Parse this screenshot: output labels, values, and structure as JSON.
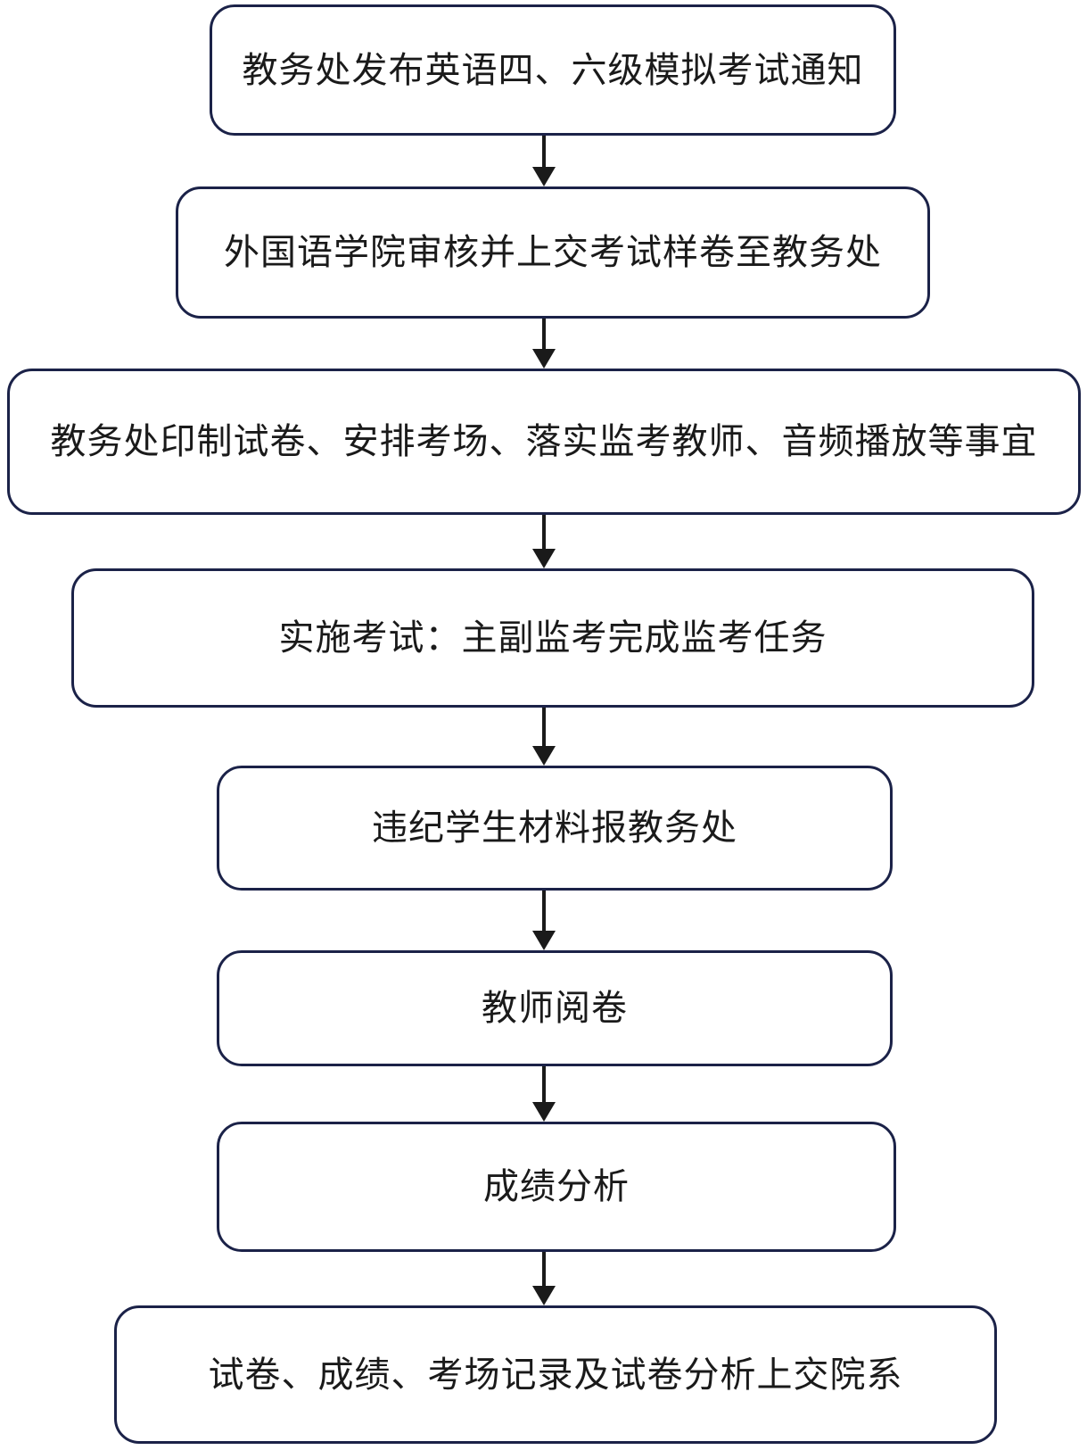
{
  "flowchart": {
    "type": "flowchart",
    "direction": "top-down",
    "background_color": "#ffffff",
    "node_border_color": "#1b2248",
    "node_fill_color": "#ffffff",
    "text_color": "#1a1a1a",
    "arrow_color": "#1a1a1a",
    "nodes": [
      {
        "id": "n1",
        "label": "教务处发布英语四、六级模拟考试通知"
      },
      {
        "id": "n2",
        "label": "外国语学院审核并上交考试样卷至教务处"
      },
      {
        "id": "n3",
        "label": "教务处印制试卷、安排考场、落实监考教师、音频播放等事宜"
      },
      {
        "id": "n4",
        "label": "实施考试：主副监考完成监考任务"
      },
      {
        "id": "n5",
        "label": "违纪学生材料报教务处"
      },
      {
        "id": "n6",
        "label": "教师阅卷"
      },
      {
        "id": "n7",
        "label": "成绩分析"
      },
      {
        "id": "n8",
        "label": "试卷、成绩、考场记录及试卷分析上交院系"
      }
    ],
    "edges": [
      {
        "from": "n1",
        "to": "n2"
      },
      {
        "from": "n2",
        "to": "n3"
      },
      {
        "from": "n3",
        "to": "n4"
      },
      {
        "from": "n4",
        "to": "n5"
      },
      {
        "from": "n5",
        "to": "n6"
      },
      {
        "from": "n6",
        "to": "n7"
      },
      {
        "from": "n7",
        "to": "n8"
      }
    ]
  }
}
